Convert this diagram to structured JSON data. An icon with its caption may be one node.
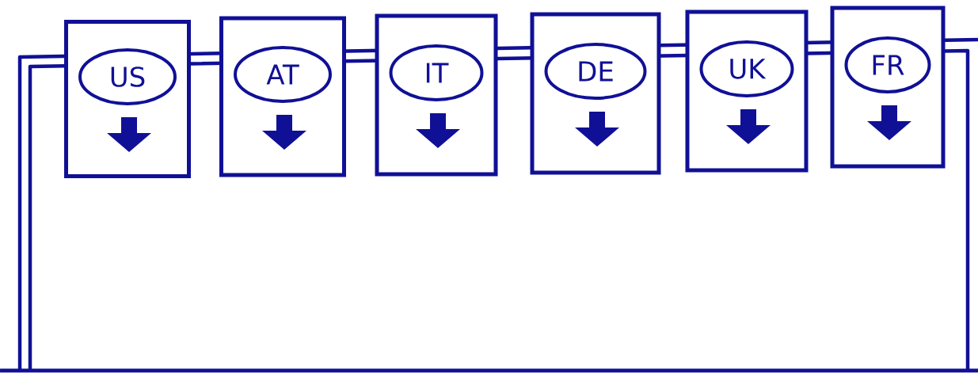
{
  "diagram": {
    "nodes": [
      {
        "text": [],
        "shape": "box"
      },
      {
        "text": [
          "US"
        ],
        "in": 0
      },
      {
        "text": [],
        "shape": "box"
      },
      {
        "text": [
          "AT"
        ],
        "in": 2
      },
      {
        "text": [],
        "shape": "box"
      },
      {
        "text": [
          "IT"
        ],
        "in": 4
      },
      {
        "text": [],
        "shape": "box"
      },
      {
        "text": [
          "DE"
        ],
        "in": 6
      },
      {
        "text": [],
        "shape": "box"
      },
      {
        "text": [
          "UK"
        ],
        "in": 8
      },
      {
        "text": [],
        "shape": "box"
      },
      {
        "text": [
          "FR"
        ],
        "in": 10
      }
    ]
  }
}
